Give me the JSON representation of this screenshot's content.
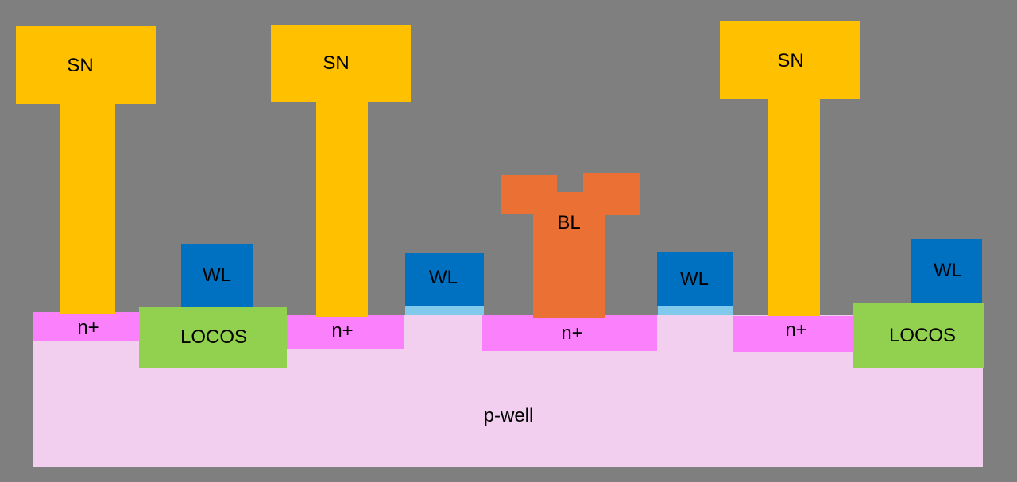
{
  "labels": {
    "storage_node": "SN",
    "word_line": "WL",
    "bit_line": "BL",
    "n_plus": "n+",
    "locos": "LOCOS",
    "p_well": "p-well"
  },
  "colors": {
    "background": "#7f7f7f",
    "storage_node": "#ffc000",
    "word_line": "#0070c0",
    "gate_oxide": "#82caeb",
    "n_plus": "#fb80fb",
    "locos": "#92d050",
    "bit_line": "#ea7133",
    "p_well": "#f2cfee"
  }
}
